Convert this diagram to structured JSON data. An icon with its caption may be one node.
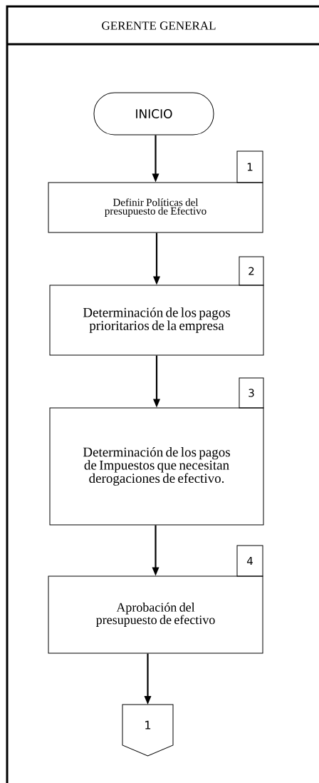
{
  "diagram": {
    "nodes": [
      {
        "text": [
          "GERENTE GENERAL"
        ]
      },
      {
        "text": [
          "INICIO"
        ],
        "in": 0
      },
      {
        "text": [
          "1"
        ],
        "in": 0
      },
      {
        "text": [
          "Definir Políticas del presupuesto de Efectivo"
        ],
        "in": 0
      },
      {
        "text": [
          "2"
        ],
        "in": 0
      },
      {
        "text": [
          "Determinación de los pagos prioritarios de la empresa"
        ],
        "in": 0
      },
      {
        "text": [
          "3"
        ],
        "in": 0
      },
      {
        "text": [
          "Determinación de los pagos de Impuestos que necesitan derogaciones de efectivo."
        ],
        "in": 0
      },
      {
        "text": [
          "4"
        ],
        "in": 0
      },
      {
        "text": [
          "Aprobación del presupuesto de efectivo"
        ],
        "in": 0
      },
      {
        "text": [
          "1"
        ],
        "in": 0
      }
    ],
    "edges": [
      {
        "from": 1,
        "to": 3,
        "arrow": "to"
      },
      {
        "from": 3,
        "to": 5,
        "arrow": "to"
      },
      {
        "from": 5,
        "to": 7,
        "arrow": "to"
      },
      {
        "from": 7,
        "to": 9,
        "arrow": "to"
      },
      {
        "from": 9,
        "to": 10,
        "arrow": "to"
      }
    ]
  }
}
